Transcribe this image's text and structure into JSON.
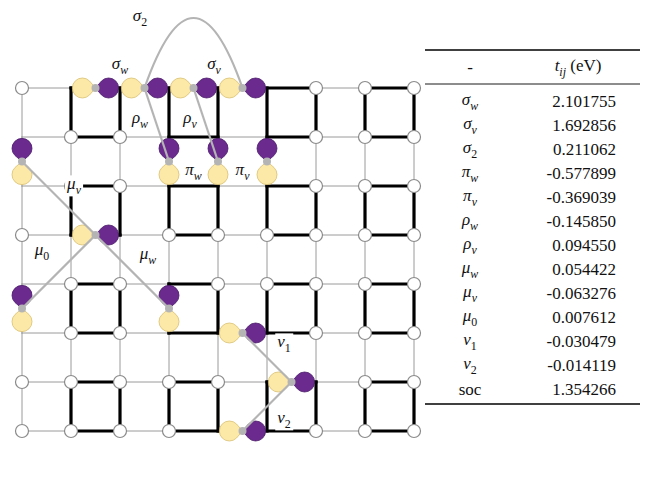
{
  "diagram": {
    "labels": [
      "σ2",
      "σw",
      "σv",
      "ρw",
      "ρv",
      "πw",
      "πv",
      "μv",
      "μ0",
      "μw",
      "ν1",
      "ν2",
      "-",
      "tij (eV)",
      "σw",
      "2.101755",
      "σv",
      "1.692856",
      "σ2",
      "0.211062",
      "πw",
      "-0.577899",
      "πv",
      "-0.369039",
      "ρw",
      "-0.145850",
      "ρv",
      "0.094550",
      "μw",
      "0.054422",
      "μv",
      "-0.063276",
      "μ0",
      "0.007612",
      "ν1",
      "-0.030479",
      "ν2",
      "-0.014119",
      "soc",
      "1.354266"
    ]
  }
}
